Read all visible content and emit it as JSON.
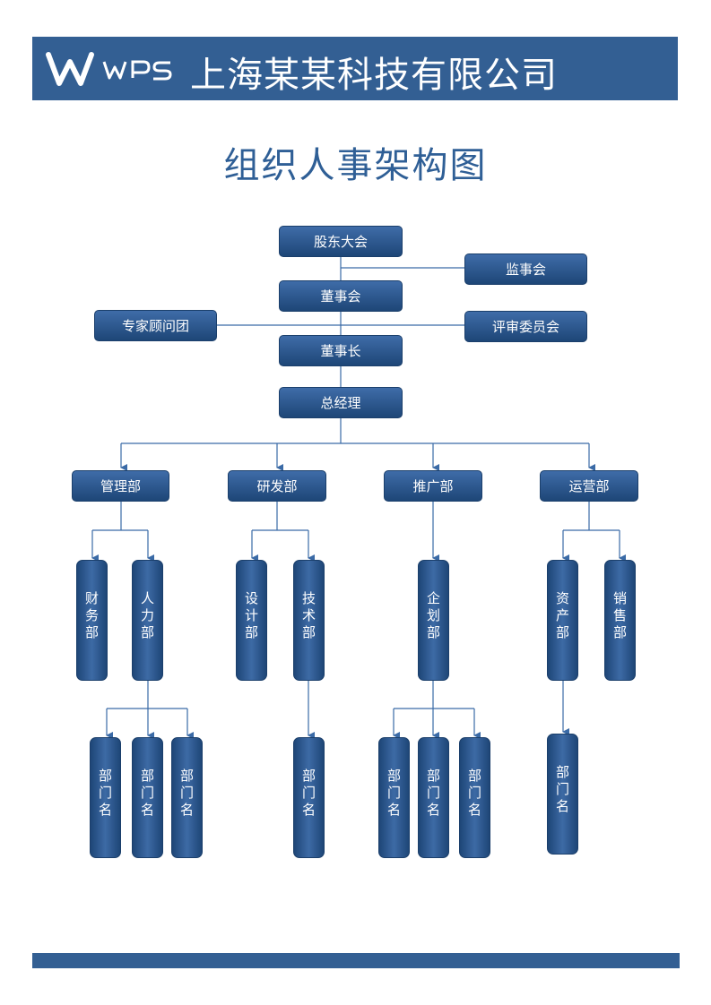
{
  "header": {
    "logo_text": "WPS",
    "company_name": "上海某某科技有限公司"
  },
  "title": "组织人事架构图",
  "colors": {
    "header": "#335f93",
    "node": "#2a5489",
    "line": "#3a6aa6"
  },
  "nodes": {
    "shareholders": "股东大会",
    "supervisors": "监事会",
    "board": "董事会",
    "experts": "专家顾问团",
    "review": "评审委员会",
    "chairman": "董事长",
    "gm": "总经理"
  },
  "departments": [
    {
      "name": "管理部",
      "subs": [
        "财务部",
        "人力部"
      ]
    },
    {
      "name": "研发部",
      "subs": [
        "设计部",
        "技术部"
      ]
    },
    {
      "name": "推广部",
      "subs": [
        "企划部"
      ]
    },
    {
      "name": "运营部",
      "subs": [
        "资产部",
        "销售部"
      ]
    }
  ],
  "units": [
    "部门名",
    "部门名",
    "部门名",
    "部门名",
    "部门名",
    "部门名",
    "部门名",
    "部门名"
  ]
}
